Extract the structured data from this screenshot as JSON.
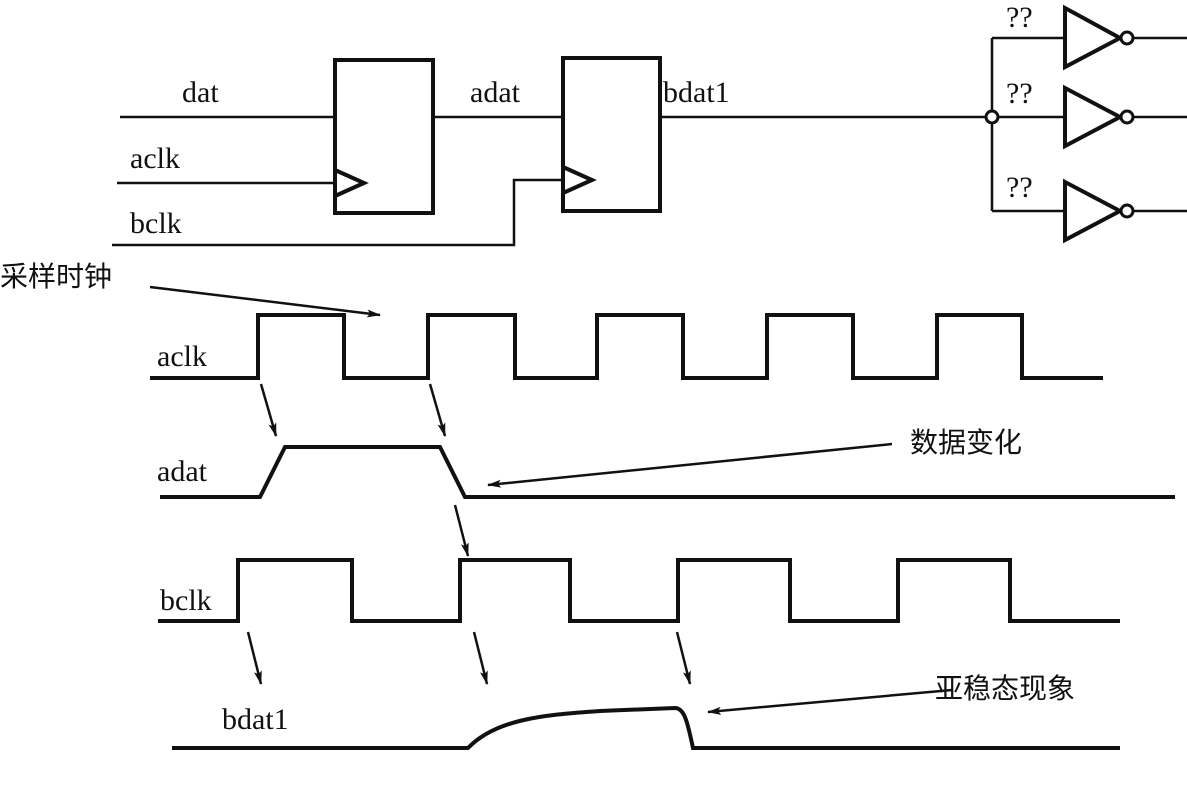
{
  "circuit": {
    "input_label": "dat",
    "aclk_label": "aclk",
    "bclk_label": "bclk",
    "mid_label": "adat",
    "output_label": "bdat1",
    "fanout_labels": [
      "??",
      "??",
      "??"
    ]
  },
  "timing": {
    "annotation_sampling_clock": "采样时钟",
    "annotation_data_change": "数据变化",
    "annotation_metastability": "亚稳态现象",
    "signals": [
      "aclk",
      "adat",
      "bclk",
      "bdat1"
    ]
  }
}
